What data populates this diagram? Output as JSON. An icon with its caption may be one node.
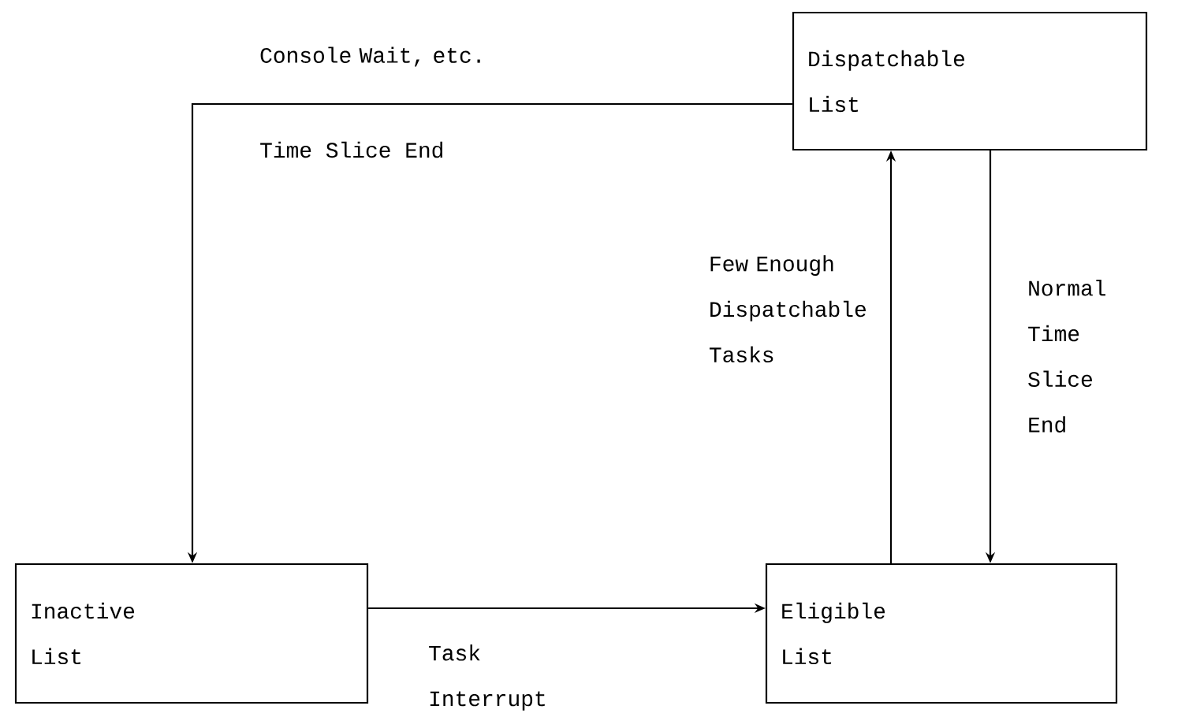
{
  "diagram": {
    "nodes": [
      {
        "text": [
          "Dispatchable List"
        ]
      },
      {
        "text": [
          "Inactive List"
        ]
      },
      {
        "text": [
          "Eligible List"
        ]
      }
    ],
    "edges": [
      {
        "from": 0,
        "to": 1,
        "arrow": "to",
        "label": "Console Wait, etc."
      },
      {
        "from": 2,
        "to": 0,
        "arrow": "to",
        "label": "Few Enough Dispatchable Tasks"
      },
      {
        "from": 0,
        "to": 2,
        "arrow": "to",
        "label": "Normal Time Slice End"
      },
      {
        "from": 1,
        "to": 2,
        "arrow": "to",
        "label": "Task Interrupt"
      }
    ],
    "labels": [
      "Time Slice End"
    ]
  }
}
